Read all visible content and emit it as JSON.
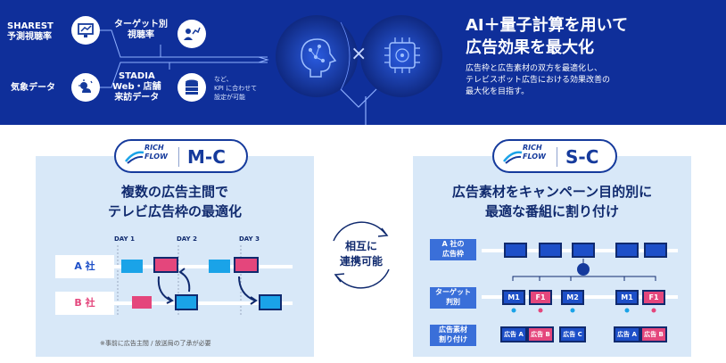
{
  "header": {
    "sources": [
      {
        "id": "sharest",
        "label": "SHAREST\n予測視聴率",
        "icon": "chart-monitor-icon"
      },
      {
        "id": "target",
        "label": "ターゲット別\n視聴率",
        "icon": "people-chart-icon"
      },
      {
        "id": "weather",
        "label": "気象データ",
        "icon": "weather-icon"
      },
      {
        "id": "stadia",
        "label": "STADIA\nWeb・店舗\n来訪データ",
        "icon": "database-icon"
      }
    ],
    "kpi_note": "など、\nKPI に合わせて\n設定が可能",
    "cross_symbol": "×",
    "headline": "AI＋量子計算を用いて\n広告効果を最大化",
    "description": "広告枠と広告素材の双方を最適化し、\nテレビスポット広告における効果改善の\n最大化を目指す。"
  },
  "left_panel": {
    "logo_text": "RICH\nFLOW",
    "code": "M-C",
    "title": "複数の広告主間で\nテレビ広告枠の最適化",
    "days": [
      "DAY 1",
      "DAY 2",
      "DAY 3"
    ],
    "rows": [
      "A 社",
      "B 社"
    ],
    "note": "※事前に広告主間 / 放送局の了承が必要"
  },
  "center": {
    "label": "相互に\n連携可能"
  },
  "right_panel": {
    "logo_text": "RICH\nFLOW",
    "code": "S-C",
    "title": "広告素材をキャンペーン目的別に\n最適な番組に割り付け",
    "rows": [
      "A 社の\n広告枠",
      "ターゲット\n判別",
      "広告素材\n割り付け"
    ],
    "targets": [
      "M1",
      "F1",
      "M2",
      "M1",
      "F1"
    ],
    "ads": [
      "広告 A",
      "広告 B",
      "広告 C",
      "広告 A",
      "広告 B"
    ]
  },
  "colors": {
    "navy": "#0f2f9a",
    "panel": "#d8e8f8",
    "blue": "#1d4fc8",
    "pink": "#e4467c",
    "cyan": "#1aa3e8"
  }
}
